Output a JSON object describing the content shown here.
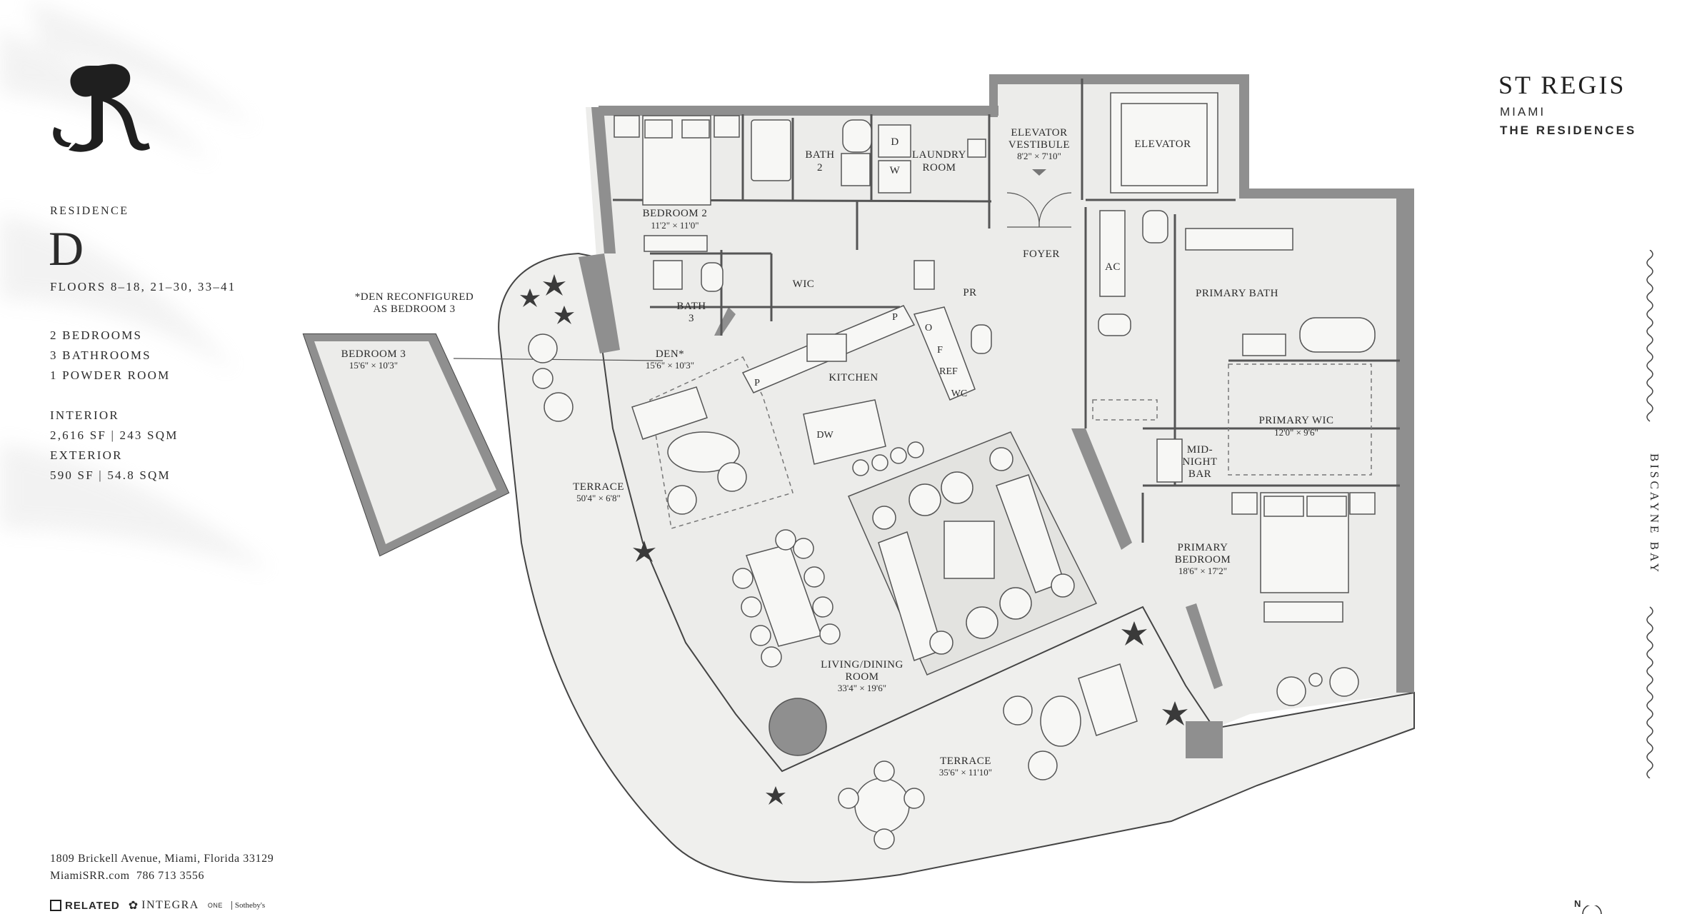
{
  "residence": {
    "label": "RESIDENCE",
    "letter": "D",
    "floors": "FLOORS 8–18, 21–30, 33–41",
    "specs": [
      "2 BEDROOMS",
      "3 BATHROOMS",
      "1 POWDER ROOM"
    ],
    "interior_label": "INTERIOR",
    "interior_value": "2,616 SF | 243 SQM",
    "exterior_label": "EXTERIOR",
    "exterior_value": "590 SF | 54.8 SQM"
  },
  "brand": {
    "name": "ST REGIS",
    "city": "MIAMI",
    "tagline": "THE RESIDENCES",
    "monogram": "SR"
  },
  "footer": {
    "address": "1809 Brickell Avenue, Miami, Florida 33129",
    "contact": "MiamiSRR.com  786 713 3556",
    "logos": [
      "RELATED",
      "INTEGRA",
      "ONE",
      "Sotheby's"
    ]
  },
  "side_label": "BISCAYNE BAY",
  "compass": "N",
  "den_note": [
    "*DEN RECONFIGURED",
    "AS BEDROOM 3"
  ],
  "rooms": {
    "bedroom2": {
      "name": "BEDROOM 2",
      "dim": "11'2\" × 11'0\""
    },
    "bath2": {
      "name": [
        "BATH",
        "2"
      ]
    },
    "laundry": {
      "name": [
        "LAUNDRY",
        "ROOM"
      ],
      "d": "D",
      "w": "W"
    },
    "elev_vest": {
      "name": [
        "ELEVATOR",
        "VESTIBULE"
      ],
      "dim": "8'2\" × 7'10\""
    },
    "elevator": {
      "name": "ELEVATOR"
    },
    "foyer": {
      "name": "FOYER"
    },
    "ac": {
      "name": "AC"
    },
    "primary_bath": {
      "name": "PRIMARY BATH"
    },
    "wic": {
      "name": "WIC"
    },
    "pr": {
      "name": "PR"
    },
    "bath3": {
      "name": [
        "BATH",
        "3"
      ]
    },
    "den": {
      "name": "DEN*",
      "dim": "15'6\" × 10'3\""
    },
    "kitchen": {
      "name": "KITCHEN",
      "p": "P",
      "o": "O",
      "f": "F",
      "ref": "REF",
      "wc": "WC",
      "dw": "DW"
    },
    "primary_wic": {
      "name": "PRIMARY WIC",
      "dim": "12'0\" × 9'6\""
    },
    "midnight_bar": {
      "name": [
        "MID-",
        "NIGHT",
        "BAR"
      ]
    },
    "primary_bedroom": {
      "name": [
        "PRIMARY",
        "BEDROOM"
      ],
      "dim": "18'6\" × 17'2\""
    },
    "bedroom3": {
      "name": "BEDROOM 3",
      "dim": "15'6\" × 10'3\""
    },
    "terrace1": {
      "name": "TERRACE",
      "dim": "50'4\" × 6'8\""
    },
    "living": {
      "name": [
        "LIVING/DINING",
        "ROOM"
      ],
      "dim": "33'4\" × 19'6\""
    },
    "terrace2": {
      "name": "TERRACE",
      "dim": "35'6\" × 11'10\""
    }
  }
}
